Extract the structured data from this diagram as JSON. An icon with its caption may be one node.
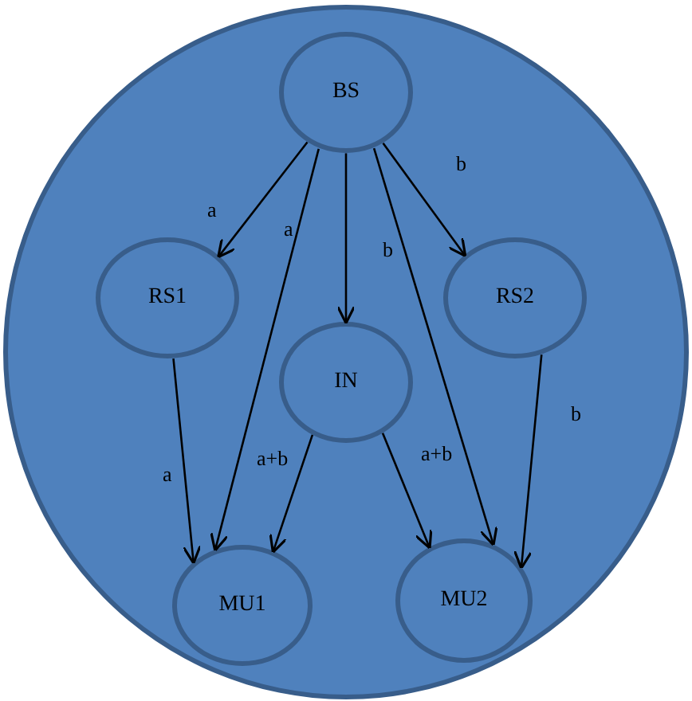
{
  "diagram": {
    "nodes": [
      {
        "text": [],
        "shape": "circle"
      },
      {
        "text": [
          "BS"
        ],
        "in": 0
      },
      {
        "text": [
          "RS1"
        ],
        "in": 0
      },
      {
        "text": [
          "IN"
        ],
        "in": 0
      },
      {
        "text": [
          "RS2"
        ],
        "in": 0
      },
      {
        "text": [
          "MU1"
        ],
        "in": 0
      },
      {
        "text": [
          "MU2"
        ],
        "in": 0
      }
    ],
    "edges": [
      {
        "from": 1,
        "to": 2,
        "arrow": "to",
        "label": "a"
      },
      {
        "from": 1,
        "to": 5,
        "arrow": "to",
        "label": "a"
      },
      {
        "from": 1,
        "to": 3,
        "arrow": "to"
      },
      {
        "from": 1,
        "to": 6,
        "arrow": "to",
        "label": "b"
      },
      {
        "from": 1,
        "to": 4,
        "arrow": "to",
        "label": "b"
      },
      {
        "from": 2,
        "to": 5,
        "arrow": "to",
        "label": "a"
      },
      {
        "from": 4,
        "to": 6,
        "arrow": "to",
        "label": "b"
      },
      {
        "from": 3,
        "to": 5,
        "arrow": "to",
        "label": "a+b"
      },
      {
        "from": 3,
        "to": 6,
        "arrow": "to",
        "label": "a+b"
      }
    ]
  }
}
